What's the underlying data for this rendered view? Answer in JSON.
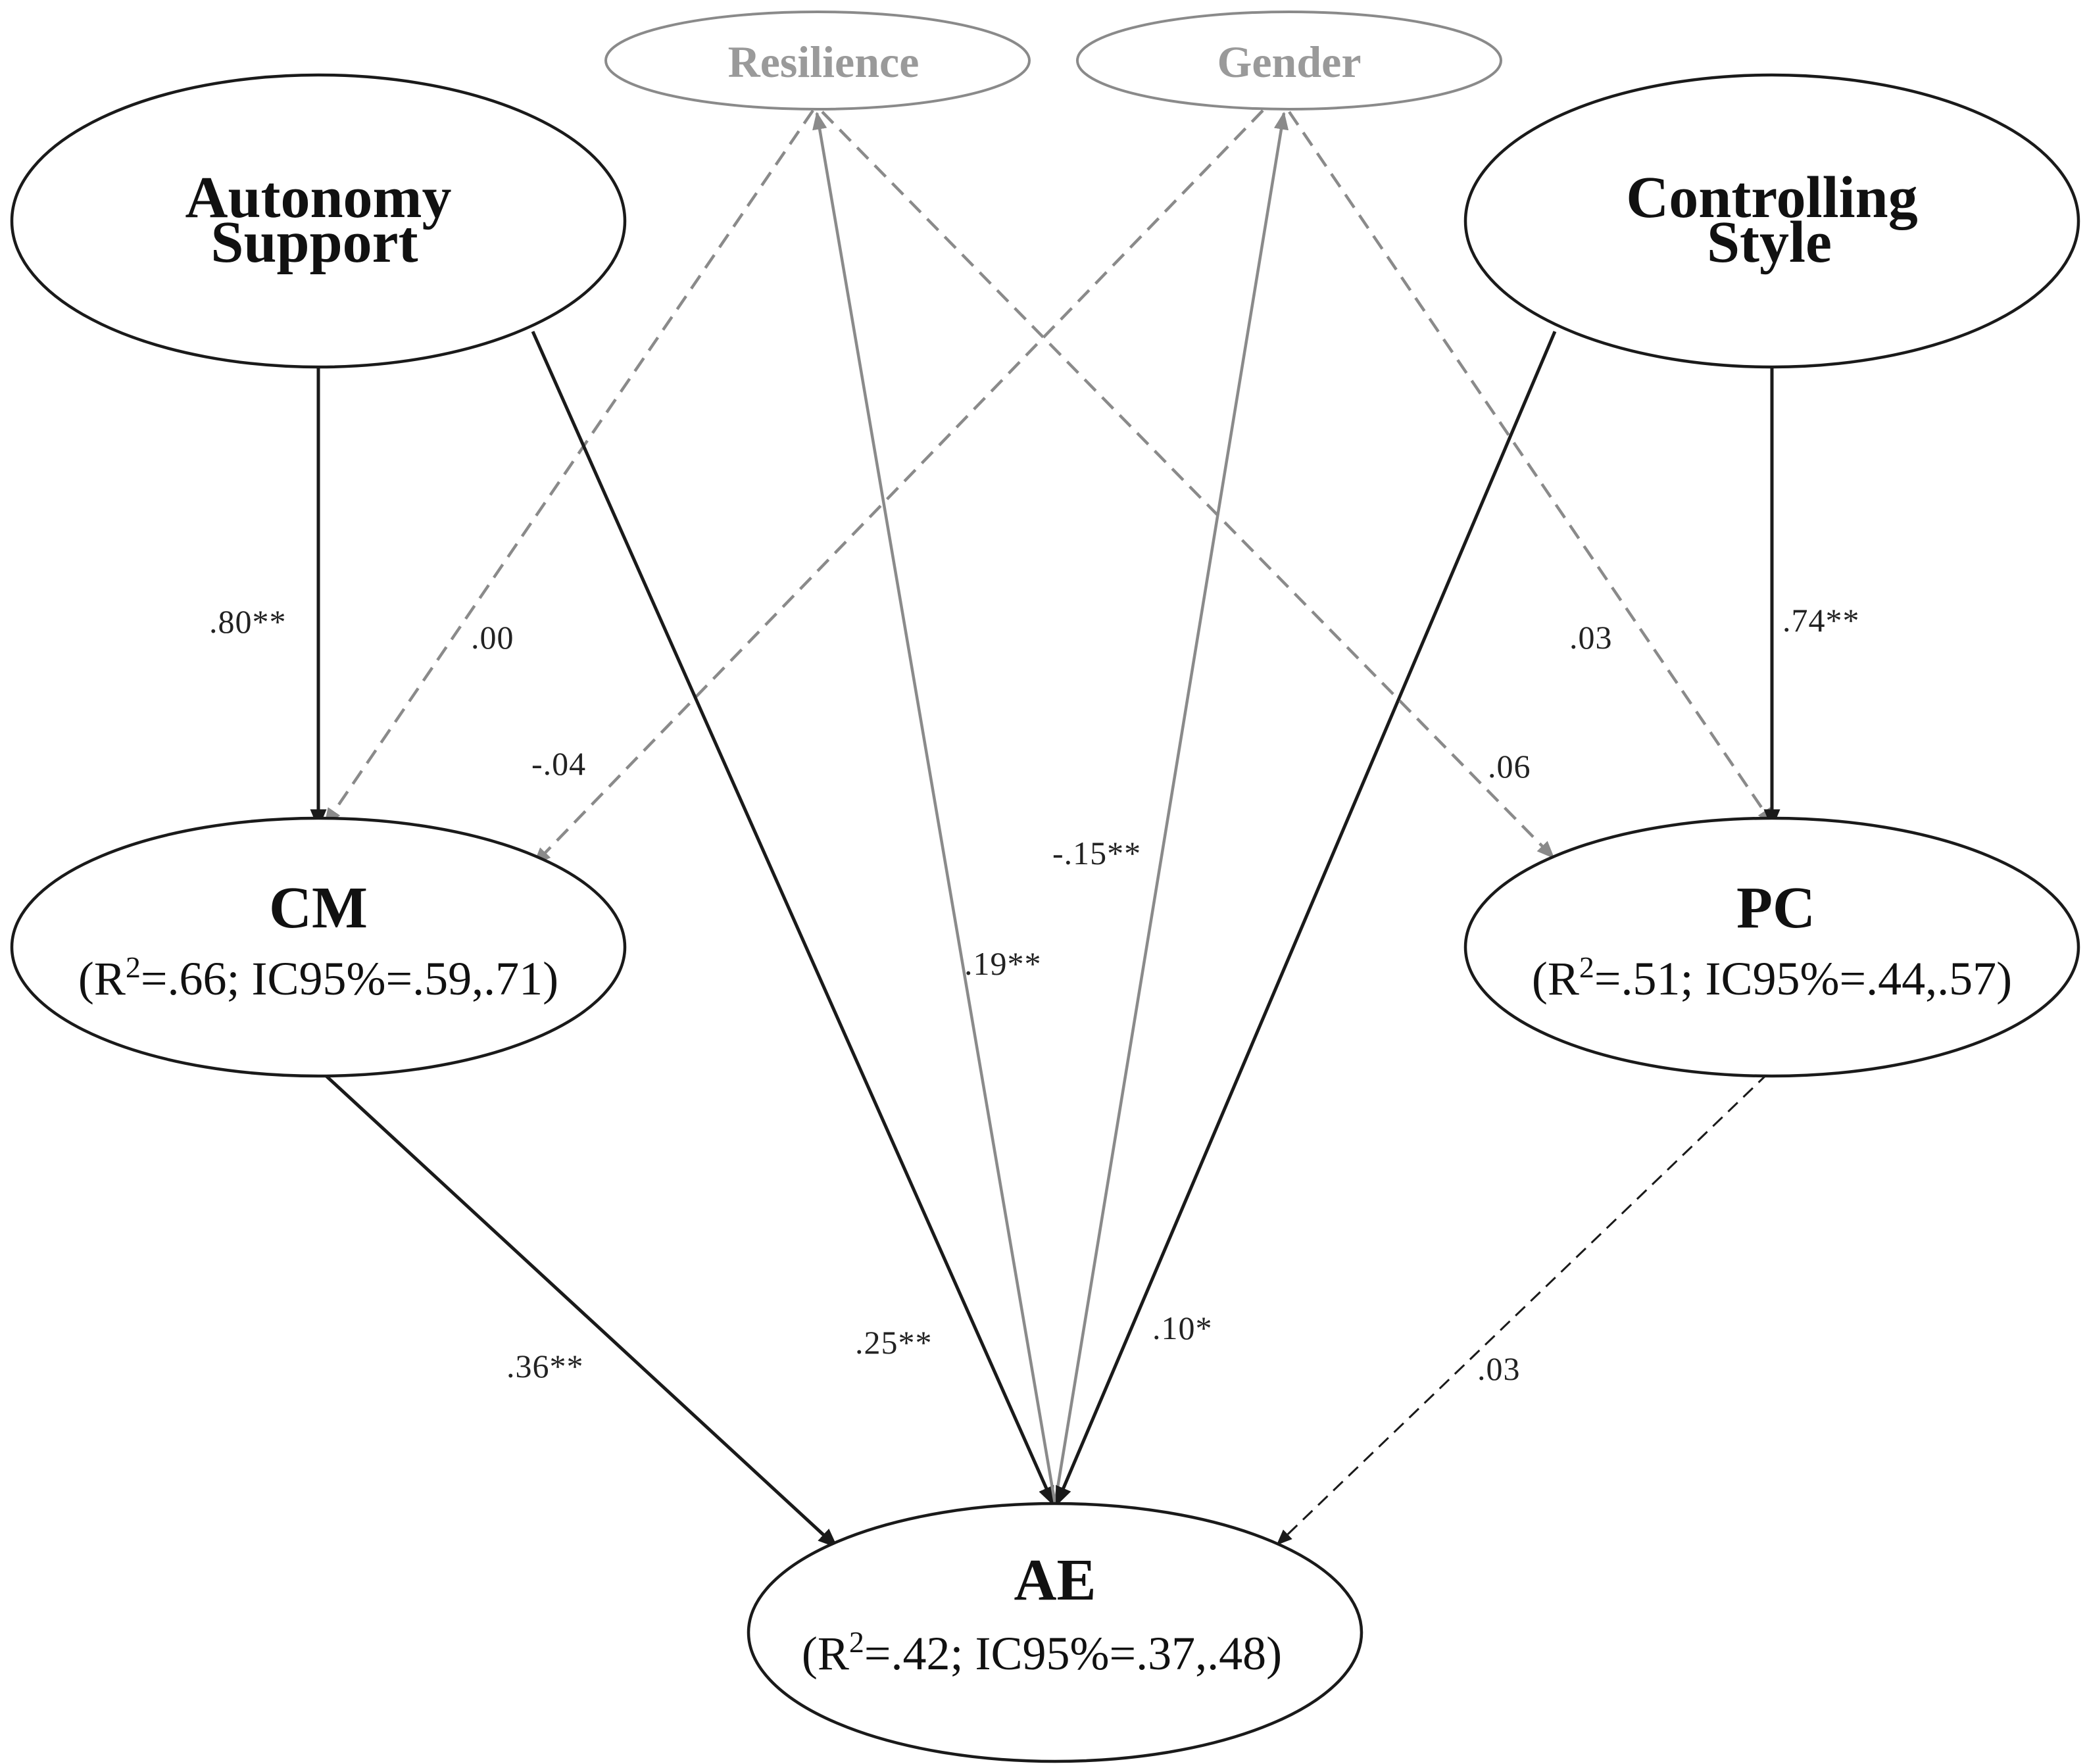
{
  "nodes": {
    "resilience": {
      "label": "Resilience"
    },
    "gender": {
      "label": "Gender"
    },
    "autonomy": {
      "line1": "Autonomy",
      "line2": "Support"
    },
    "controlling": {
      "line1": "Controlling",
      "line2": "Style"
    },
    "cm": {
      "label": "CM",
      "stat_open": "(R",
      "stat_sup": "2",
      "stat_close": "=.66; IC95%=.59,.71)"
    },
    "pc": {
      "label": "PC",
      "stat_open": "(R",
      "stat_sup": "2",
      "stat_close": "=.51; IC95%=.44,.57)"
    },
    "ae": {
      "label": "AE",
      "stat_open": "(R",
      "stat_sup": "2",
      "stat_close": "=.42; IC95%=.37,.48)"
    }
  },
  "paths": [
    {
      "from": "Autonomy Support",
      "to": "CM",
      "coef": ".80**",
      "style": "solid"
    },
    {
      "from": "Gender",
      "to": "CM",
      "coef": "-.04",
      "style": "dashed"
    },
    {
      "from": "Resilience",
      "to": "CM",
      "coef": ".00",
      "style": "dashed"
    },
    {
      "from": "Autonomy Support",
      "to": "AE",
      "coef": ".25**",
      "style": "solid"
    },
    {
      "from": "Resilience",
      "to": "AE",
      "coef": ".19**",
      "style": "solid"
    },
    {
      "from": "Gender",
      "to": "AE",
      "coef": "-.15**",
      "style": "solid"
    },
    {
      "from": "Controlling Style",
      "to": "AE",
      "coef": ".10*",
      "style": "solid"
    },
    {
      "from": "Resilience",
      "to": "PC",
      "coef": ".06",
      "style": "dashed"
    },
    {
      "from": "Gender",
      "to": "PC",
      "coef": ".03",
      "style": "dashed"
    },
    {
      "from": "Controlling Style",
      "to": "PC",
      "coef": ".74**",
      "style": "solid"
    },
    {
      "from": "CM",
      "to": "AE",
      "coef": ".36**",
      "style": "solid"
    },
    {
      "from": "PC",
      "to": "AE",
      "coef": ".03",
      "style": "dashed"
    }
  ],
  "colors": {
    "dark": "#1a1a1a",
    "gray": "#8a8a8a"
  }
}
